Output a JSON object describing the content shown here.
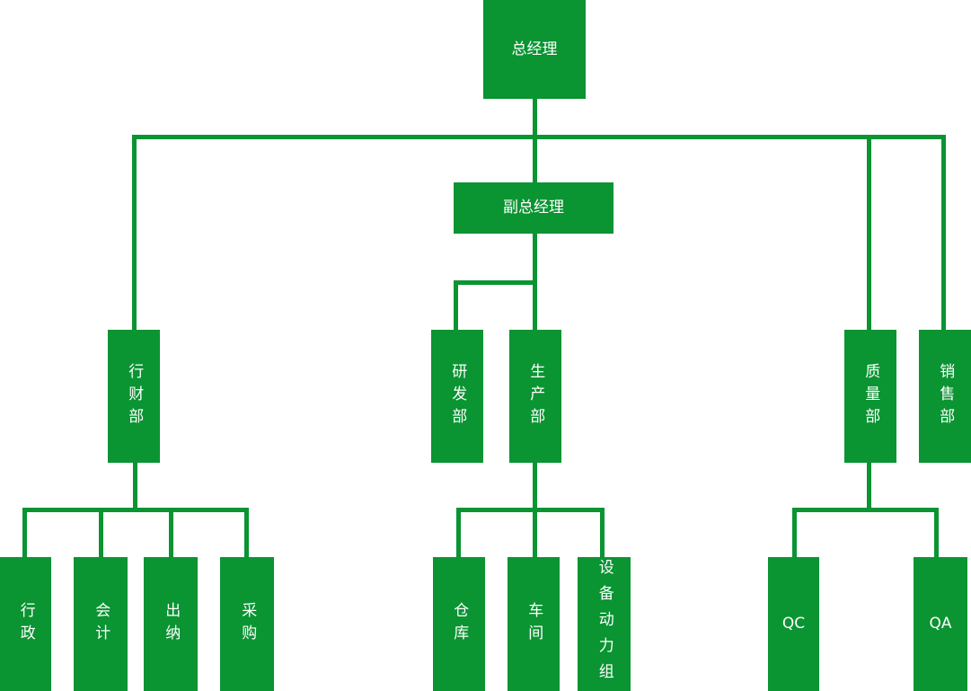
{
  "diagram": {
    "type": "org-chart",
    "colors": {
      "node_fill": "#0a9432",
      "node_text": "#ffffff",
      "connector": "#0a9432",
      "background": "#ffffff"
    },
    "tree": {
      "label": "总经理",
      "children": [
        {
          "label": "行财部",
          "children": [
            {
              "label": "行政"
            },
            {
              "label": "会计"
            },
            {
              "label": "出纳"
            },
            {
              "label": "采购"
            }
          ]
        },
        {
          "label": "副总经理",
          "children": [
            {
              "label": "研发部"
            },
            {
              "label": "生产部",
              "children": [
                {
                  "label": "仓库"
                },
                {
                  "label": "车间"
                },
                {
                  "label": "设备动力组"
                }
              ]
            }
          ]
        },
        {
          "label": "质量部",
          "children": [
            {
              "label": "QC"
            },
            {
              "label": "QA"
            }
          ]
        },
        {
          "label": "销售部"
        }
      ]
    }
  }
}
